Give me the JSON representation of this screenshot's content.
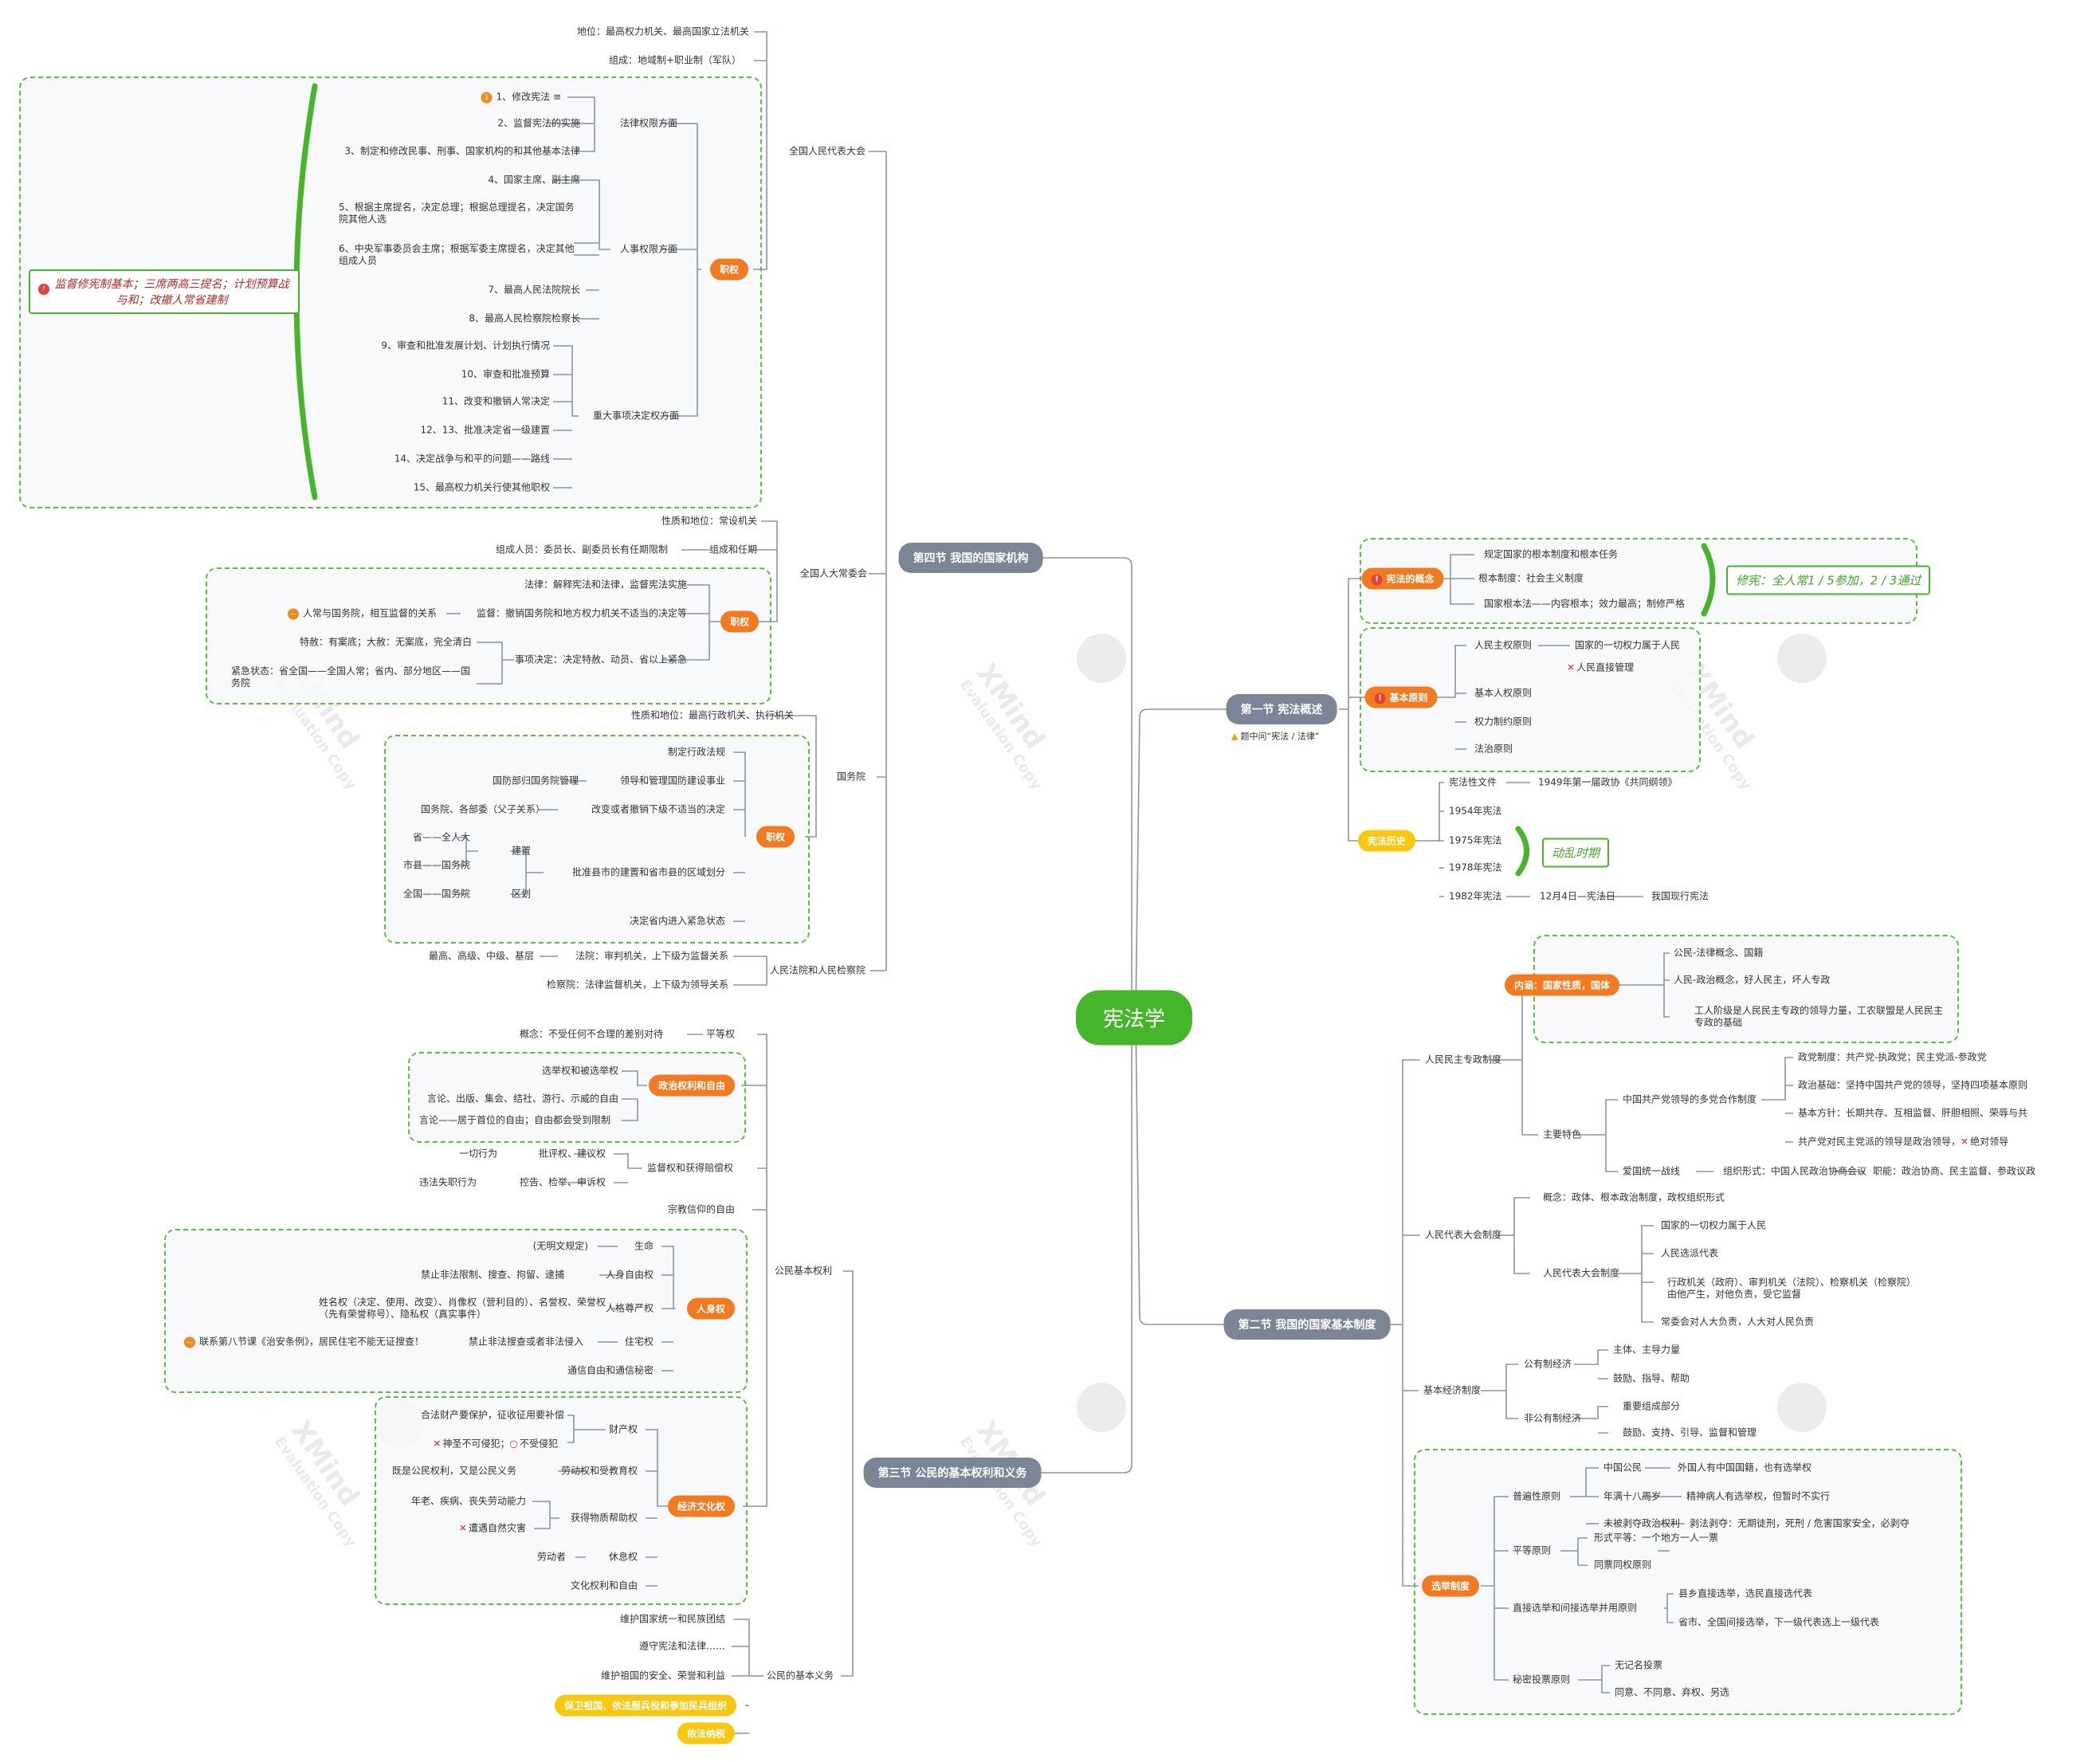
{
  "root": "宪法学",
  "sections": {
    "s1": "第一节 宪法概述",
    "s1_note": "题中问“宪法 / 法律”",
    "s2": "第二节 我国的国家基本制度",
    "s3": "第三节 公民的基本权利和义务",
    "s4": "第四节 我国的国家机构"
  },
  "s1": {
    "concept": "宪法的概念",
    "concept_items": [
      "规定国家的根本制度和根本任务",
      "根本制度：社会主义制度",
      "国家根本法——内容根本；效力最高；制修严格"
    ],
    "concept_callout": "修宪：全人常1 / 5参加，2 / 3通过",
    "principle": "基本原则",
    "people_sov": "人民主权原则",
    "people_sov_a": "国家的一切权力属于人民",
    "people_sov_b": "人民直接管理",
    "human_rights": "基本人权原则",
    "checks": "权力制约原则",
    "rule_of_law": "法治原则",
    "history": "宪法历史",
    "hist_doc": "宪法性文件",
    "hist_doc_a": "1949年第一届政协《共同纲领》",
    "y1954": "1954年宪法",
    "y1975": "1975年宪法",
    "y1978": "1978年宪法",
    "y1982": "1982年宪法",
    "y1982_a": "12月4日—宪法日",
    "y1982_b": "我国现行宪法",
    "hist_callout": "动乱时期"
  },
  "s2": {
    "dem": "人民民主专政制度",
    "dem_core": "内涵：国家性质，国体",
    "dem_core_a": "公民-法律概念、国籍",
    "dem_core_b": "人民-政治概念，好人民主，坏人专政",
    "dem_core_c": "工人阶级是人民民主专政的领导力量，工农联盟是人民民主专政的基础",
    "dem_feat": "主要特色",
    "cpc": "中国共产党领导的多党合作制度",
    "cpc_a": "政党制度：共产党-执政党；民主党派-参政党",
    "cpc_b": "政治基础：坚持中国共产党的领导，坚持四项基本原则",
    "cpc_c": "基本方针：长期共存、互相监督、肝胆相照、荣辱与共",
    "cpc_d": "共产党对民主党派的领导是政治领导，",
    "cpc_d2": "绝对领导",
    "front": "爱国统一战线",
    "front_a": "组织形式：中国人民政治协商会议",
    "front_b": "职能：政治协商、民主监督、参政议政",
    "npc": "人民代表大会制度",
    "npc_concept": "概念：政体、根本政治制度，政权组织形式",
    "npc_sys": "人民代表大会制度",
    "npc_a": "国家的一切权力属于人民",
    "npc_b": "人民选派代表",
    "npc_c": "行政机关（政府）、审判机关（法院）、检察机关（检察院）由他产生，对他负责，受它监督",
    "npc_d": "常委会对人大负责，人大对人民负责",
    "econ": "基本经济制度",
    "pub": "公有制经济",
    "pub_a": "主体、主导力量",
    "pub_b": "鼓励、指导、帮助",
    "nonpub": "非公有制经济",
    "nonpub_a": "重要组成部分",
    "nonpub_b": "鼓励、支持、引导、监督和管理",
    "elect": "选举制度",
    "universal": "普遍性原则",
    "u_a": "中国公民",
    "u_a2": "外国人有中国国籍，也有选举权",
    "u_b": "年满十八周岁",
    "u_b2": "精神病人有选举权，但暂时不实行",
    "u_c": "未被剥夺政治权利",
    "u_c2": "剥法剥夺：无期徒刑，死刑 / 危害国家安全，必剥夺",
    "equal": "平等原则",
    "eq_a": "形式平等：一个地方一人一票",
    "eq_b": "同票同权原则",
    "direct": "直接选举和间接选举并用原则",
    "d_a": "县乡直接选举，选民直接选代表",
    "d_b": "省市、全国间接选举，下一级代表选上一级代表",
    "secret": "秘密投票原则",
    "s_a": "无记名投票",
    "s_b": "同意、不同意、弃权、另选"
  },
  "s3": {
    "rights": "公民基本权利",
    "equality": "平等权",
    "equality_a": "概念：不受任何不合理的差别对待",
    "political": "政治权利和自由",
    "pol_a": "选举权和被选举权",
    "pol_b": "言论、出版、集会、结社、游行、示威的自由",
    "pol_c": "言论——居于首位的自由；自由都会受到限制",
    "supervise": "监督权和获得赔偿权",
    "sup_a": "批评权、建议权",
    "sup_a0": "一切行为",
    "sup_b": "控告、检举、申诉权",
    "sup_b0": "违法失职行为",
    "religion": "宗教信仰的自由",
    "person": "人身权",
    "life": "生命",
    "life0": "(无明文规定)",
    "freedom": "人身自由权",
    "freedom0": "禁止非法限制、搜查、拘留、逮捕",
    "dignity": "人格尊严权",
    "dignity0": "姓名权（决定、使用、改变）、肖像权（营利目的）、名誉权、荣誉权（先有荣誉称号）、隐私权（真实事件）",
    "home": "住宅权",
    "home0": "禁止非法搜查或者非法侵入",
    "home_note": "联系第八节课《治安条例》，居民住宅不能无证搜查！",
    "corr": "通信自由和通信秘密",
    "econ": "经济文化权",
    "property": "财产权",
    "prop_a": "合法财产要保护，征收征用要补偿",
    "prop_b1": "神圣不可侵犯；",
    "prop_b2": "不受侵犯",
    "labor": "劳动权和受教育权",
    "labor0": "既是公民权利，又是公民义务",
    "assist": "获得物质帮助权",
    "assist0": "年老、疾病、丧失劳动能力",
    "assist1": "遭遇自然灾害",
    "rest": "休息权",
    "rest0": "劳动者",
    "culture": "文化权利和自由",
    "duties": "公民的基本义务",
    "duty_a": "维护国家统一和民族团结",
    "duty_b": "遵守宪法和法律……",
    "duty_c": "维护祖国的安全、荣誉和利益",
    "duty_d": "保卫祖国、依法服兵役和参加民兵组织",
    "duty_e": "依法纳税"
  },
  "s4": {
    "npc": "全国人民代表大会",
    "npc_pos": "地位：最高权力机关、最高国家立法机关",
    "npc_org": "组成：地域制+职业制（军队）",
    "power": "职权",
    "legis": "法律权限方面",
    "l1": "1、修改宪法",
    "l2": "2、监督宪法的实施",
    "l3": "3、制定和修改民事、刑事、国家机构的和其他基本法律",
    "personnel": "人事权限方面",
    "p4": "4、国家主席、副主席",
    "p5": "5、根据主席提名，决定总理；根据总理提名，决定国务院其他人选",
    "p6": "6、中央军事委员会主席；根据军委主席提名，决定其他组成人员",
    "p7": "7、最高人民法院院长",
    "p8": "8、最高人民检察院检察长",
    "major": "重大事项决定权方面",
    "m9": "9、审查和批准发展计划、计划执行情况",
    "m10": "10、审查和批准预算",
    "m11": "11、改变和撤销人常决定",
    "m12": "12、13、批准决定省一级建置",
    "m14": "14、决定战争与和平的问题——路线",
    "m15": "15、最高权力机关行使其他职权",
    "npc_callout": "监督修宪制基本；三席两高三提名；计划预算战与和；改撤人常省建制",
    "npcsc": "全国人大常委会",
    "sc_pos": "性质和地位：常设机关",
    "sc_org": "组成和任期",
    "sc_org0": "组成人员：委员长、副委员长有任期限制",
    "sc_power": "职权",
    "sc_law": "法律：解释宪法和法律，监督宪法实施",
    "sc_sup": "监督：撤销国务院和地方权力机关不适当的决定等",
    "sc_sup0": "人常与国务院，相互监督的关系",
    "sc_event": "事项决定：决定特赦、动员、省以上紧急",
    "sc_ev_a": "特赦：有案底；大赦：无案底，完全清白",
    "sc_ev_b": "紧急状态：省全国——全国人常；省内、部分地区——国务院",
    "state": "国务院",
    "st_pos": "性质和地位：最高行政机关、执行机关",
    "st_power": "职权",
    "st_a": "制定行政法规",
    "st_b": "领导和管理国防建设事业",
    "st_b0": "国防部归国务院管理",
    "st_c": "改变或者撤销下级不适当的决定",
    "st_c0": "国务院、各部委（父子关系）",
    "st_d": "批准县市的建置和省市县的区域划分",
    "st_d1": "建置",
    "st_d2": "区划",
    "st_d1a": "省——全人大",
    "st_d1b": "市县——国务院",
    "st_d2a": "全国——国务院",
    "st_e": "决定省内进入紧急状态",
    "court": "人民法院和人民检察院",
    "court_a": "法院：审判机关，上下级为监督关系",
    "court_a0": "最高、高级、中级、基层",
    "court_b": "检察院：法律监督机关，上下级为领导关系"
  },
  "watermark": "XMind",
  "watermark_sub": "Evaluation Copy",
  "colors": {
    "green": "#45b52a",
    "orange": "#f47a1f",
    "yellow": "#f9c80e",
    "section": "#7b8596",
    "line": "#8a93a5",
    "box_border": "#5cbd45"
  }
}
